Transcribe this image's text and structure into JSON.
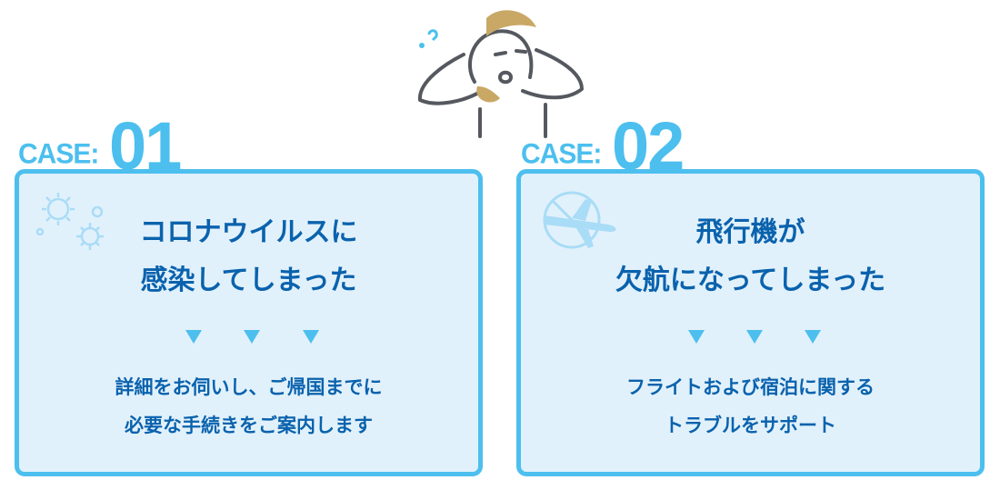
{
  "cases": [
    {
      "case_word": "CASE:",
      "number": "01",
      "title_lines": [
        "コロナウイルスに",
        "感染してしまった"
      ],
      "body_lines": [
        "詳細をお伺いし、ご帰国までに",
        "必要な手続きをご案内します"
      ],
      "icon": "virus-icon"
    },
    {
      "case_word": "CASE:",
      "number": "02",
      "title_lines": [
        "飛行機が",
        "欠航になってしまった"
      ],
      "body_lines": [
        "フライトおよび宿泊に関する",
        "トラブルをサポート"
      ],
      "icon": "no-airplane-icon"
    }
  ],
  "colors": {
    "accent": "#4cbfee",
    "card_bg": "#e1f1fb",
    "text": "#0a62ad"
  }
}
